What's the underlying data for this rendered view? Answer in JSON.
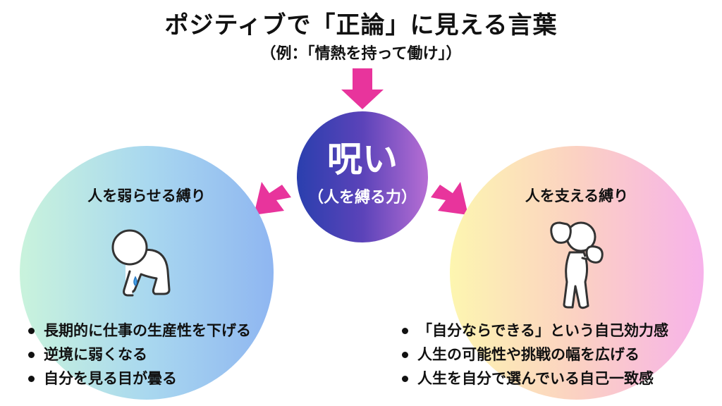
{
  "title": "ポジティブで「正論」に見える言葉",
  "subtitle": "（例：「情熱を持って働け」）",
  "center": {
    "main": "呪い",
    "sub": "（人を縛る力）"
  },
  "left": {
    "label": "人を弱らせる縛り",
    "icon": "crying-kneeling-figure-icon",
    "items": [
      "長期的に仕事の生産性を下げる",
      "逆境に弱くなる",
      "自分を見る目が曇る"
    ]
  },
  "right": {
    "label": "人を支える縛り",
    "icon": "boxing-figure-icon",
    "items": [
      "「自分ならできる」という自己効力感",
      "人生の可能性や挑戦の幅を広げる",
      "人生を自分で選んでいる自己一致感"
    ]
  },
  "colors": {
    "arrow": "#e8349c",
    "center_start": "#2a3fae",
    "center_end": "#b66ed4",
    "left_start": "#c9f3dc",
    "left_end": "#8fb6f1",
    "right_start": "#fdf6b0",
    "right_end": "#f7b2ea"
  }
}
